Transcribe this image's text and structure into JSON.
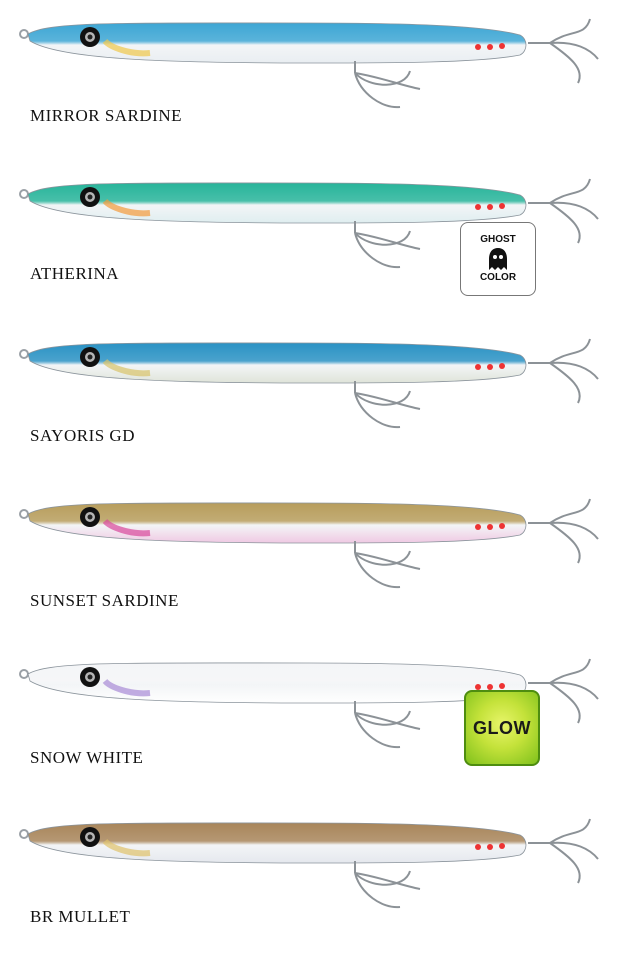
{
  "lures": [
    {
      "name": "MIRROR SARDINE",
      "back": "#3da6d4",
      "belly": "#e9eef2",
      "accent": "#f0c74a"
    },
    {
      "name": "ATHERINA",
      "back": "#27b49a",
      "belly": "#dfeef0",
      "accent": "#f39a3b"
    },
    {
      "name": "SAYORIS GD",
      "back": "#2a92c4",
      "belly": "#dfe4d9",
      "accent": "#d8c36a"
    },
    {
      "name": "SUNSET SARDINE",
      "back": "#b79d5c",
      "belly": "#f0c9e3",
      "accent": "#d8479b"
    },
    {
      "name": "SNOW WHITE",
      "back": "#f4f5f7",
      "belly": "#ffffff",
      "accent": "#a88ad6"
    },
    {
      "name": "BR MULLET",
      "back": "#a8855a",
      "belly": "#e5e8ee",
      "accent": "#e0c26a"
    }
  ],
  "badges": {
    "ghost": {
      "top": "GHOST",
      "bottom": "COLOR",
      "icon": "ghost-icon"
    },
    "glow": {
      "label": "GLOW",
      "icon": "glow-icon"
    }
  }
}
